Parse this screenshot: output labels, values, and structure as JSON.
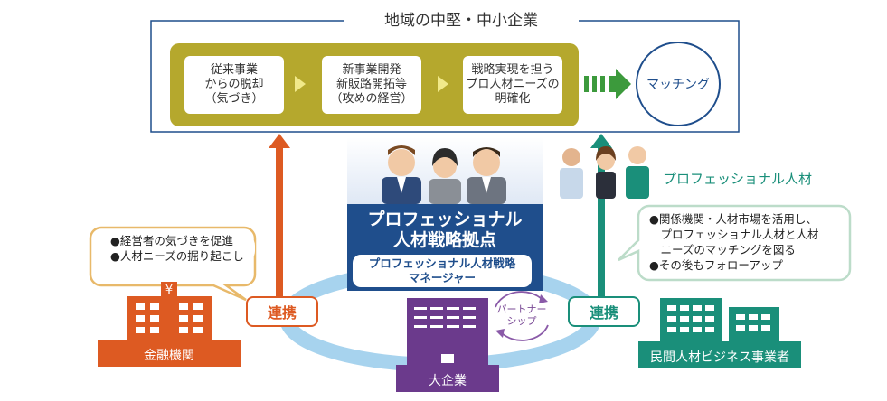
{
  "frame": {
    "title": "地域の中堅・中小企業"
  },
  "steps": [
    {
      "text": "従来事業\nからの脱却\n（気づき）"
    },
    {
      "text": "新事業開発\n新販路開拓等\n（攻めの経営）"
    },
    {
      "text": "戦略実現を担う\nプロ人材ニーズの\n明確化"
    }
  ],
  "matching": {
    "label": "マッチング"
  },
  "hub": {
    "title": "プロフェッショナル\n人材戦略拠点",
    "manager": "プロフェッショナル人材戦略\nマネージャー"
  },
  "professional": {
    "label": "プロフェッショナル人材"
  },
  "left_bubble": {
    "text": "●経営者の気づきを促進\n●人材ニーズの掘り起こし"
  },
  "right_bubble": {
    "text": "●関係機関・人材市場を活用し、\n　プロフェッショナル人材と人材\n　ニーズのマッチングを図る\n●その後もフォローアップ"
  },
  "links": {
    "left": "連携",
    "right": "連携"
  },
  "partnership": {
    "label": "パートナー\nシップ"
  },
  "orgs": {
    "finance": "金融機関",
    "large": "大企業",
    "private": "民間人材ビジネス事業者"
  },
  "colors": {
    "olive": "#b5a82d",
    "navy": "#1f4e8c",
    "orange": "#dd5a22",
    "teal": "#1a8f7a",
    "purple": "#6b3a8c",
    "ring": "#a7d3ee",
    "green_arrow": "#3c9a3c"
  }
}
